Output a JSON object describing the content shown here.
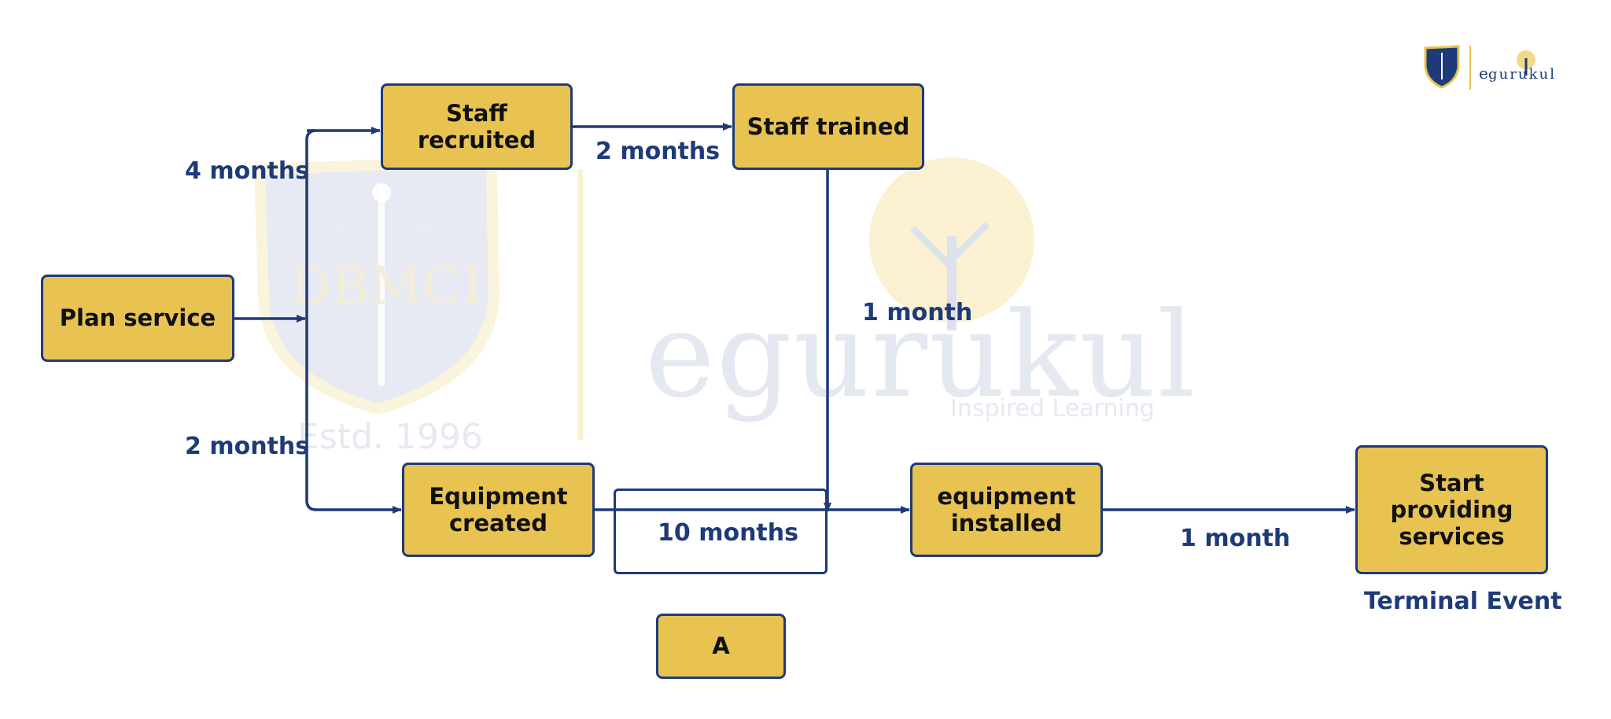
{
  "colors": {
    "node_fill": "#E8C352",
    "node_border": "#1E3A78",
    "arrow": "#1E3A78",
    "label": "#1E3A78"
  },
  "nodes": {
    "plan_service": "Plan service",
    "staff_recruited": "Staff\nrecruited",
    "staff_trained": "Staff trained",
    "equipment_created": "Equipment\ncreated",
    "equipment_installed": "equipment\ninstalled",
    "start_providing_services": "Start\nproviding\nservices",
    "a": "A"
  },
  "edge_labels": {
    "plan_to_recruited": "4 months",
    "plan_to_created": "2 months",
    "recruited_to_trained": "2 months",
    "trained_to_installed": "1 month",
    "created_to_installed": "10 months",
    "installed_to_start": "1 month"
  },
  "captions": {
    "terminal_event": "Terminal Event"
  },
  "watermark": {
    "dbmci": "DBMCI",
    "estd": "Estd. 1996",
    "brand": "egurukul",
    "tagline": "Inspired Learning"
  },
  "icons": {
    "dbmci_logo": "shield-caduceus-logo",
    "egurukul_logo": "tree-logo"
  }
}
